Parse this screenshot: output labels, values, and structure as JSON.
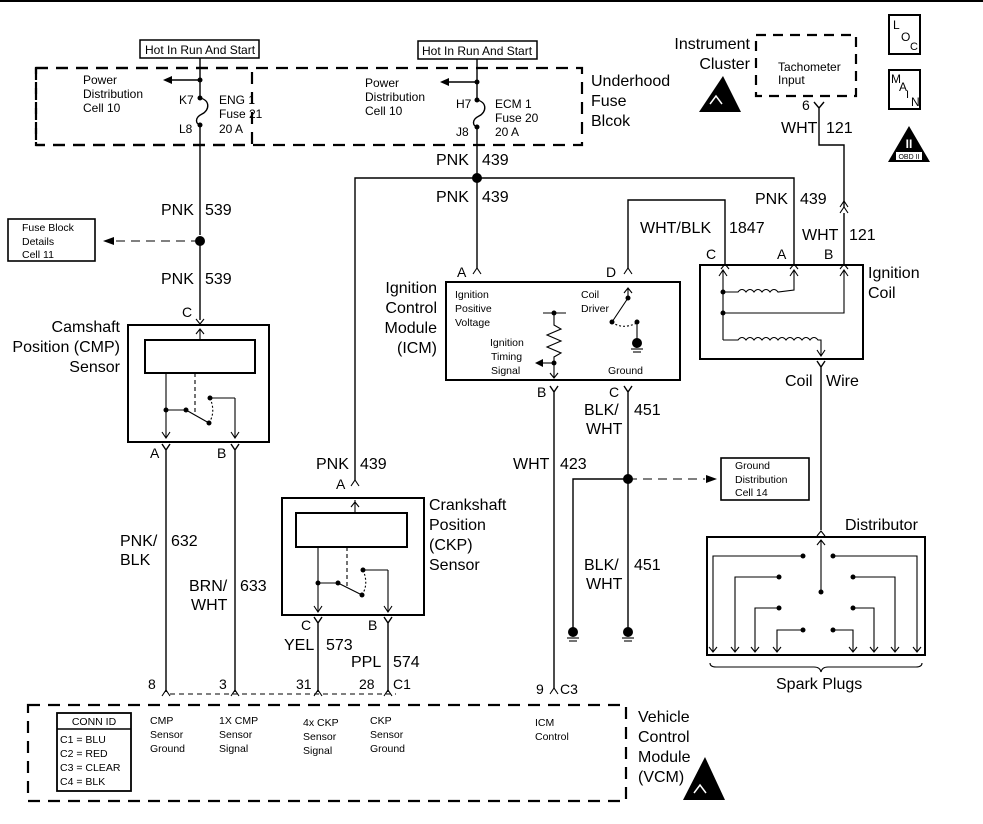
{
  "header": {
    "hot_label_left": "Hot In Run And Start",
    "hot_label_right": "Hot In Run And Start"
  },
  "icons": {
    "loc": [
      "L",
      "O",
      "C"
    ],
    "main": [
      "M",
      "A",
      "I",
      "N"
    ],
    "obd": "OBD II",
    "obd_numeral": "II"
  },
  "fuse_block": {
    "title": [
      "Underhood",
      "Fuse",
      "Blcok"
    ],
    "left": {
      "power_dist": [
        "Power",
        "Distribution",
        "Cell 10"
      ],
      "pin_top": "K7",
      "pin_bottom": "L8",
      "fuse": [
        "ENG 1",
        "Fuse 21",
        "20 A"
      ]
    },
    "right": {
      "power_dist": [
        "Power",
        "Distribution",
        "Cell 10"
      ],
      "pin_top": "H7",
      "pin_bottom": "J8",
      "fuse": [
        "ECM 1",
        "Fuse 20",
        "20 A"
      ]
    }
  },
  "instrument_cluster": {
    "title": [
      "Instrument",
      "Cluster"
    ],
    "box_text": [
      "Tachometer",
      "Input"
    ],
    "pin": "6"
  },
  "wires": {
    "pnk539_a": {
      "color": "PNK",
      "circuit": "539"
    },
    "pnk539_b": {
      "color": "PNK",
      "circuit": "539"
    },
    "pnk439_a": {
      "color": "PNK",
      "circuit": "439"
    },
    "pnk439_b": {
      "color": "PNK",
      "circuit": "439"
    },
    "pnk439_coil": {
      "color": "PNK",
      "circuit": "439"
    },
    "pnk439_ckp": {
      "color": "PNK",
      "circuit": "439"
    },
    "wht121_top": {
      "color": "WHT",
      "circuit": "121"
    },
    "wht121_coil": {
      "color": "WHT",
      "circuit": "121"
    },
    "whtblk1847": {
      "color": "WHT/BLK",
      "circuit": "1847"
    },
    "pnkblk632": {
      "color": [
        "PNK/",
        "BLK"
      ],
      "circuit": "632"
    },
    "brnwht633": {
      "color": [
        "BRN/",
        "WHT"
      ],
      "circuit": "633"
    },
    "yel573": {
      "color": "YEL",
      "circuit": "573"
    },
    "ppl574": {
      "color": "PPL",
      "circuit": "574"
    },
    "wht423": {
      "color": "WHT",
      "circuit": "423"
    },
    "blkwht451_a": {
      "color": [
        "BLK/",
        "WHT"
      ],
      "circuit": "451"
    },
    "blkwht451_b": {
      "color": [
        "BLK/",
        "WHT"
      ],
      "circuit": "451"
    },
    "coil_wire": {
      "color": "Coil",
      "circuit": "Wire"
    }
  },
  "fuse_block_details": [
    "Fuse Block",
    "Details",
    "Cell 11"
  ],
  "ground_distribution": [
    "Ground",
    "Distribution",
    "Cell 14"
  ],
  "cmp_sensor": {
    "title": [
      "Camshaft",
      "Position (CMP)",
      "Sensor"
    ],
    "pin_c": "C",
    "pin_a": "A",
    "pin_b": "B"
  },
  "ckp_sensor": {
    "title": [
      "Crankshaft",
      "Position",
      "(CKP)",
      "Sensor"
    ],
    "pin_a": "A",
    "pin_c": "C",
    "pin_b": "B"
  },
  "icm": {
    "title": [
      "Ignition",
      "Control",
      "Module",
      "(ICM)"
    ],
    "pin_a": "A",
    "pin_d": "D",
    "pin_b": "B",
    "pin_c": "C",
    "ign_pos_voltage": [
      "Ignition",
      "Positive",
      "Voltage"
    ],
    "coil_driver": [
      "Coil",
      "Driver"
    ],
    "timing_signal": [
      "Ignition",
      "Timing",
      "Signal"
    ],
    "ground": "Ground"
  },
  "ignition_coil": {
    "title": [
      "Ignition",
      "Coil"
    ],
    "pin_c": "C",
    "pin_a": "A",
    "pin_b": "B"
  },
  "distributor": {
    "title": "Distributor",
    "spark_plugs": "Spark Plugs"
  },
  "vcm": {
    "title": [
      "Vehicle",
      "Control",
      "Module",
      "(VCM)"
    ],
    "pins": {
      "p8": "8",
      "p3": "3",
      "p31": "31",
      "p28": "28",
      "c1": "C1",
      "p9": "9",
      "c3": "C3"
    },
    "conn_id": {
      "header": "CONN ID",
      "rows": [
        "C1 = BLU",
        "C2 = RED",
        "C3 = CLEAR",
        "C4 = BLK"
      ]
    },
    "functions": [
      [
        "CMP",
        "Sensor",
        "Ground"
      ],
      [
        "1X CMP",
        "Sensor",
        "Signal"
      ],
      [
        "4x CKP",
        "Sensor",
        "Signal"
      ],
      [
        "CKP",
        "Sensor",
        "Ground"
      ],
      [
        "ICM",
        "Control"
      ]
    ]
  }
}
